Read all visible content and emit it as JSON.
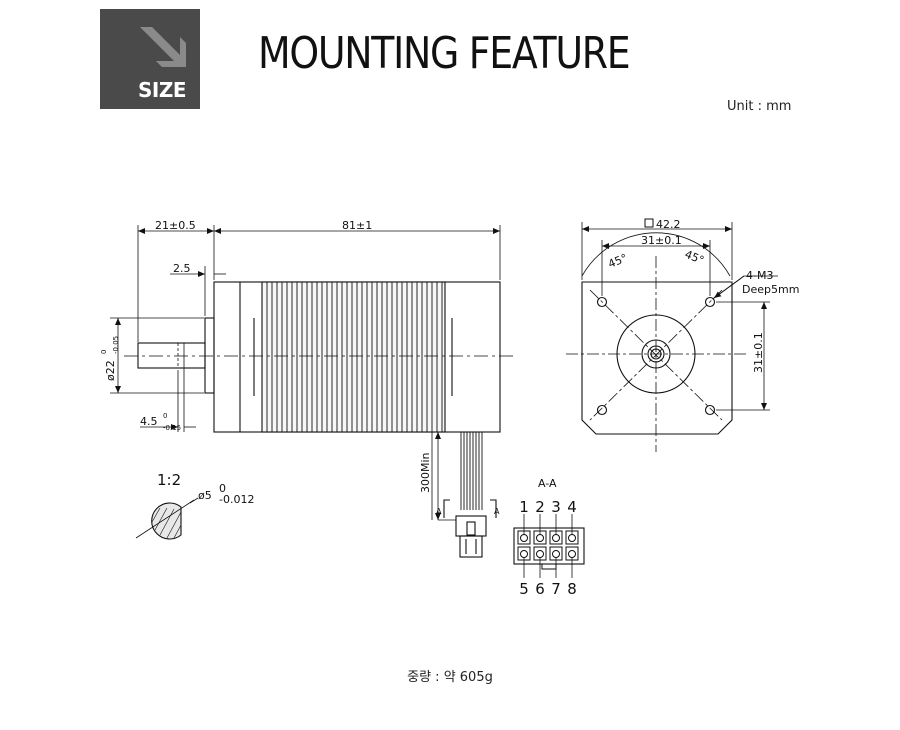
{
  "badge": {
    "label": "SIZE",
    "icon": "arrow-down-right-icon",
    "color": "#4a4a4a"
  },
  "title": "MOUNTING FEATURE",
  "unit": "Unit : mm",
  "dimensions": {
    "shaft_length": "21±0.5",
    "body_length": "81±1",
    "boss_length": "2.5",
    "boss_diameter": "ø22",
    "boss_tol_upper": "0",
    "boss_tol_lower": "-0.05",
    "flat_depth": "4.5",
    "flat_tol_upper": "0",
    "flat_tol_lower": "-0.15",
    "lead_length": "300Min",
    "section_mark": "A",
    "flange_square": "42.2",
    "hole_pitch_h": "31±0.1",
    "hole_pitch_v": "31±0.1",
    "angle_left": "45°",
    "angle_right": "45°",
    "tap_spec": "4-M3",
    "tap_depth": "Deep5mm",
    "detail_scale": "1:2",
    "shaft_diameter": "ø5",
    "shaft_tol_upper": "0",
    "shaft_tol_lower": "-0.012",
    "section_title": "A-A"
  },
  "connector_pins": {
    "top": [
      "1",
      "2",
      "3",
      "4"
    ],
    "bottom": [
      "5",
      "6",
      "7",
      "8"
    ]
  },
  "weight": "중량 : 약 605g"
}
